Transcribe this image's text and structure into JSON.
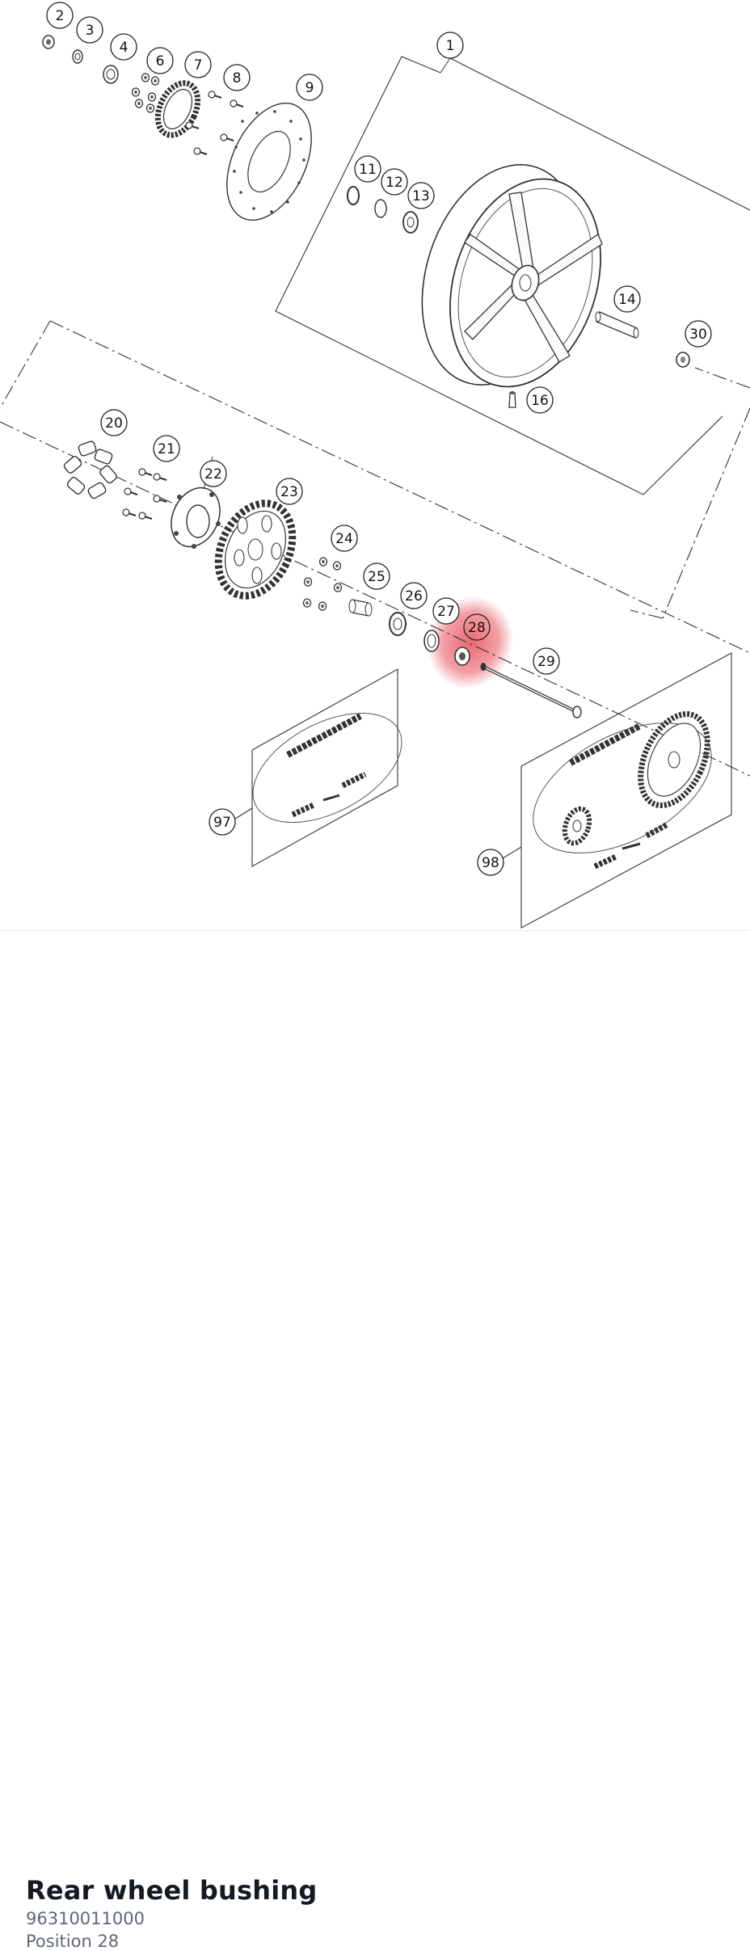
{
  "diagram": {
    "callouts": [
      "1",
      "2",
      "3",
      "4",
      "6",
      "7",
      "8",
      "9",
      "11",
      "12",
      "13",
      "14",
      "16",
      "20",
      "21",
      "22",
      "23",
      "24",
      "25",
      "26",
      "27",
      "28",
      "29",
      "30",
      "97",
      "98"
    ],
    "highlighted": "28",
    "highlight_color": "#e8505b"
  },
  "part": {
    "name": "Rear wheel bushing",
    "number": "96310011000",
    "position": "Position 28"
  }
}
